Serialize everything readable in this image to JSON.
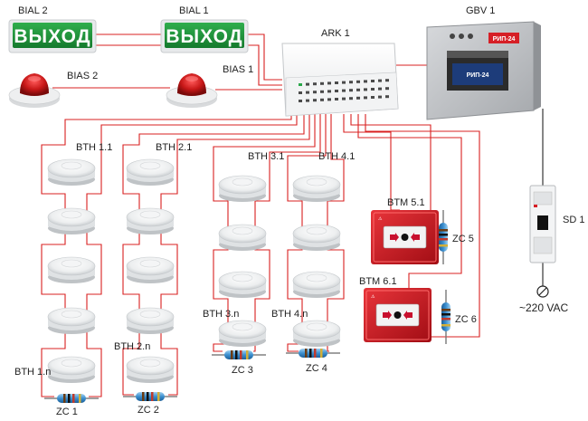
{
  "devices": {
    "bial2": "BIAL 2",
    "bial1": "BIAL 1",
    "bias2": "BIAS 2",
    "bias1": "BIAS 1",
    "ark1": "ARK 1",
    "gbv1": "GBV 1",
    "sd1": "SD 1",
    "mains": "~220 VAC"
  },
  "exit_sign_text": "ВЫХОД",
  "psu_label": "РИП-24",
  "detectors": {
    "bth11": "BTH 1.1",
    "bth1n": "BTH 1.n",
    "bth21": "BTH 2.1",
    "bth2n": "BTH 2.n",
    "bth31": "BTH 3.1",
    "bth3n": "BTH 3.n",
    "bth41": "BTH 4.1",
    "bth4n": "BTH 4.n"
  },
  "manual_points": {
    "btm51": "BTM  5.1",
    "btm61": "BTM  6.1"
  },
  "terminators": {
    "zc1": "ZC 1",
    "zc2": "ZC 2",
    "zc3": "ZC 3",
    "zc4": "ZC 4",
    "zc5": "ZC 5",
    "zc6": "ZC 6"
  },
  "colors": {
    "wire": "#d92020",
    "exit_sign_green": "#1e8f3a",
    "alarm_red": "#c8102e",
    "enclosure_grey": "#b9bcc0"
  }
}
